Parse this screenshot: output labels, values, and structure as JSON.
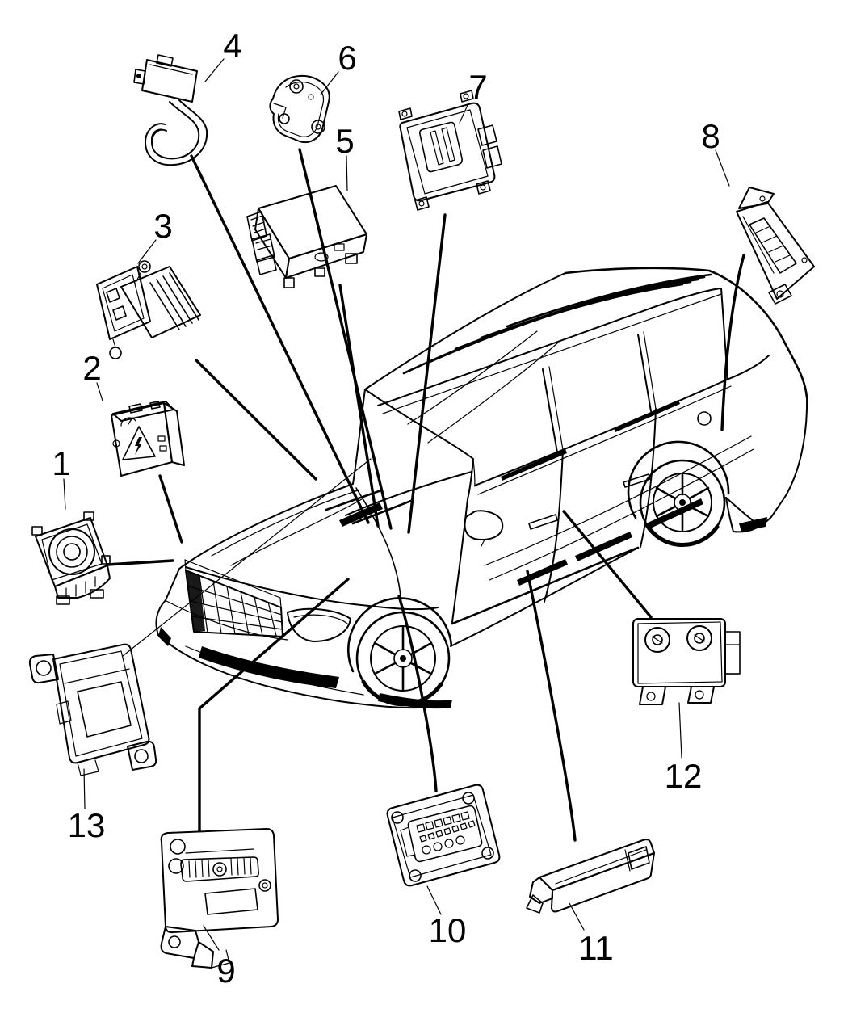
{
  "colors": {
    "background": "#ffffff",
    "line": "#000000"
  },
  "callouts": [
    {
      "label": "1"
    },
    {
      "label": "2"
    },
    {
      "label": "3"
    },
    {
      "label": "4"
    },
    {
      "label": "5"
    },
    {
      "label": "6"
    },
    {
      "label": "7"
    },
    {
      "label": "8"
    },
    {
      "label": "9"
    },
    {
      "label": "10"
    },
    {
      "label": "11"
    },
    {
      "label": "12"
    },
    {
      "label": "13"
    }
  ]
}
